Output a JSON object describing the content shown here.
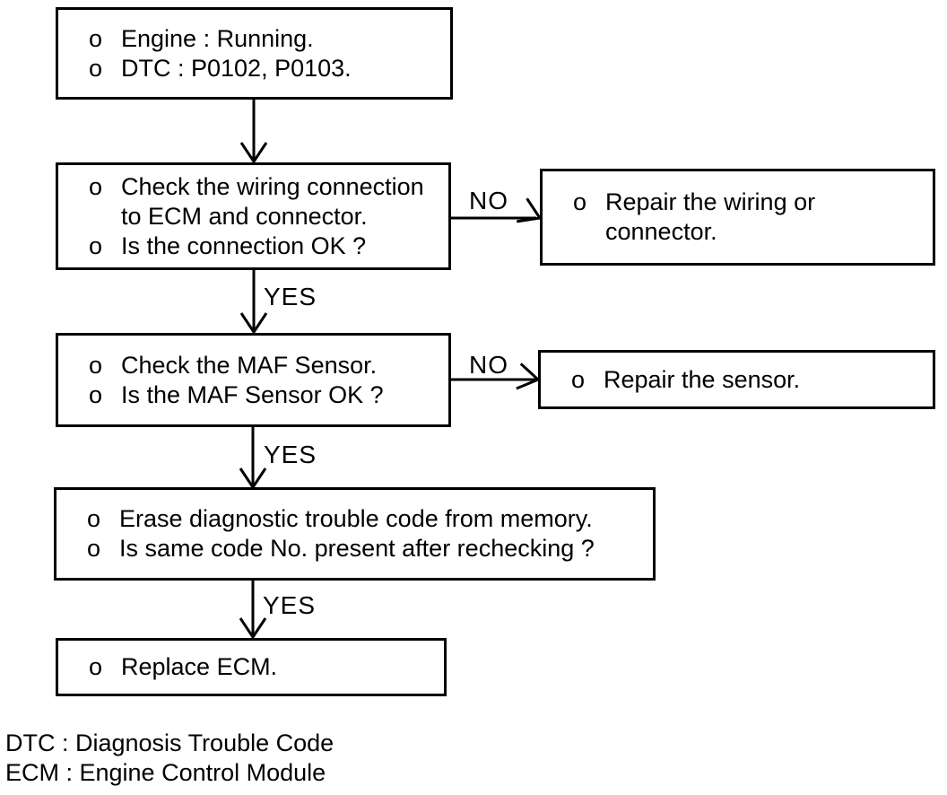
{
  "page": {
    "background_color": "#ffffff",
    "ink_color": "#000000",
    "description": "Engine diagnostic trouble code troubleshooting flowchart"
  },
  "flowchart": {
    "bullet": "o",
    "nodes": [
      {
        "id": "start",
        "items": [
          "Engine : Running.",
          "DTC : P0102, P0103."
        ]
      },
      {
        "id": "check-wiring",
        "items": [
          "Check the wiring connection\nto ECM and connector.",
          "Is the connection OK ?"
        ]
      },
      {
        "id": "repair-wiring",
        "items": [
          "Repair the wiring or\nconnector."
        ]
      },
      {
        "id": "check-maf",
        "items": [
          "Check the MAF Sensor.",
          "Is the MAF Sensor OK ?"
        ]
      },
      {
        "id": "repair-sensor",
        "items": [
          "Repair the sensor."
        ]
      },
      {
        "id": "erase-codes",
        "items": [
          "Erase diagnostic trouble code from memory.",
          "Is same code No. present after rechecking ?"
        ]
      },
      {
        "id": "replace-ecm",
        "items": [
          "Replace ECM."
        ]
      }
    ],
    "edges": [
      {
        "from": "start",
        "to": "check-wiring",
        "label": ""
      },
      {
        "from": "check-wiring",
        "to": "repair-wiring",
        "label": "NO"
      },
      {
        "from": "check-wiring",
        "to": "check-maf",
        "label": "YES"
      },
      {
        "from": "check-maf",
        "to": "repair-sensor",
        "label": "NO"
      },
      {
        "from": "check-maf",
        "to": "erase-codes",
        "label": "YES"
      },
      {
        "from": "erase-codes",
        "to": "replace-ecm",
        "label": "YES"
      }
    ]
  },
  "legend": {
    "lines": [
      "DTC : Diagnosis Trouble Code",
      "ECM : Engine Control Module"
    ]
  }
}
